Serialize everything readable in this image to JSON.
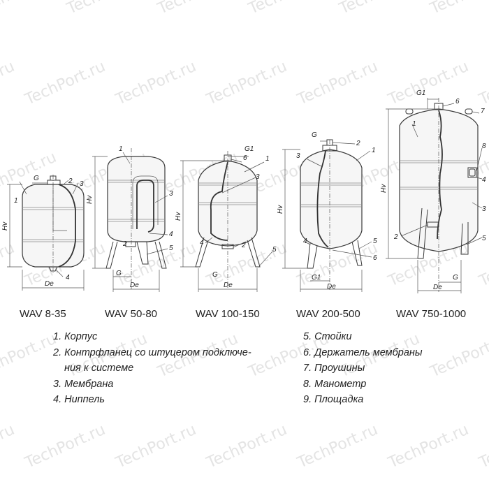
{
  "watermark": "TechPort.ru",
  "tanks": [
    {
      "caption": "WAV 8-35",
      "labels": [
        "G",
        "2",
        "3",
        "1",
        "Hv",
        "4",
        "De"
      ]
    },
    {
      "caption": "WAV 50-80",
      "labels": [
        "1",
        "Hv",
        "3",
        "4",
        "5",
        "2",
        "G",
        "De"
      ]
    },
    {
      "caption": "WAV 100-150",
      "labels": [
        "G1",
        "6",
        "1",
        "3",
        "Hv",
        "4",
        "2",
        "G",
        "5",
        "De"
      ]
    },
    {
      "caption": "WAV 200-500",
      "labels": [
        "G",
        "2",
        "1",
        "3",
        "Hv",
        "4",
        "G1",
        "De",
        "5",
        "6"
      ]
    },
    {
      "caption": "WAV 750-1000",
      "labels": [
        "G1",
        "6",
        "7",
        "1",
        "8",
        "Hv",
        "4",
        "3",
        "2",
        "5",
        "De",
        "G"
      ]
    }
  ],
  "legend_left": [
    "1. Корпус",
    "2. Контрфланец со штуцером подключе-",
    "ния к системе",
    "3. Мембрана",
    "4. Ниппель"
  ],
  "legend_right": [
    "5. Стойки",
    "6. Держатель мембраны",
    "7. Проушины",
    "8. Манометр",
    "9. Площадка"
  ]
}
